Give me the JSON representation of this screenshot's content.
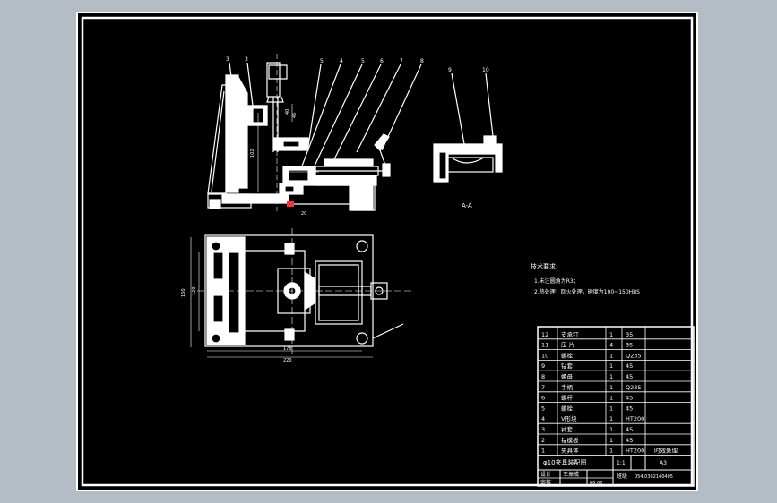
{
  "colors": {
    "viewport_bg": "#b4bcc5",
    "sheet_bg": "#000000",
    "line": "#ffffff",
    "highlight": "#ff3030"
  },
  "elevation": {
    "callouts": [
      "3",
      "3",
      "5",
      "4",
      "5",
      "6",
      "7",
      "8"
    ],
    "dims": [
      "102",
      "40",
      "45",
      "20"
    ]
  },
  "section": {
    "callouts": [
      "9",
      "10"
    ],
    "title": "A-A"
  },
  "plan": {
    "dims_left": [
      "150",
      "120"
    ],
    "dims_bottom": [
      "178",
      "220"
    ]
  },
  "notes": {
    "heading": "技术要求:",
    "line1": "1.未注圆角为R3；",
    "line2": "2.热处理：回火处理，硬度为100~150HBS"
  },
  "bom": {
    "rows": [
      {
        "no": "12",
        "name": "支承钉",
        "qty": "1",
        "mat": "35",
        "note": ""
      },
      {
        "no": "11",
        "name": "压 片",
        "qty": "4",
        "mat": "35",
        "note": ""
      },
      {
        "no": "10",
        "name": "螺栓",
        "qty": "1",
        "mat": "Q235",
        "note": ""
      },
      {
        "no": "9",
        "name": "钻套",
        "qty": "1",
        "mat": "45",
        "note": ""
      },
      {
        "no": "8",
        "name": "螺母",
        "qty": "1",
        "mat": "45",
        "note": ""
      },
      {
        "no": "7",
        "name": "手柄",
        "qty": "1",
        "mat": "Q235",
        "note": ""
      },
      {
        "no": "6",
        "name": "螺杆",
        "qty": "1",
        "mat": "45",
        "note": ""
      },
      {
        "no": "5",
        "name": "螺栓",
        "qty": "1",
        "mat": "45",
        "note": ""
      },
      {
        "no": "4",
        "name": "V形块",
        "qty": "1",
        "mat": "HT200",
        "note": ""
      },
      {
        "no": "3",
        "name": "衬套",
        "qty": "1",
        "mat": "45",
        "note": ""
      },
      {
        "no": "2",
        "name": "钻模板",
        "qty": "1",
        "mat": "45",
        "note": ""
      },
      {
        "no": "1",
        "name": "夹具体",
        "qty": "1",
        "mat": "HT200",
        "note": "时效处理"
      }
    ],
    "title": "φ10夹具装配图",
    "scale": "1:1",
    "sheet": "A3",
    "design_label": "设计",
    "review_label": "审核",
    "designer": "王振成",
    "date": "06.06",
    "class_label": "班级",
    "class_value": "054.0302140405"
  }
}
